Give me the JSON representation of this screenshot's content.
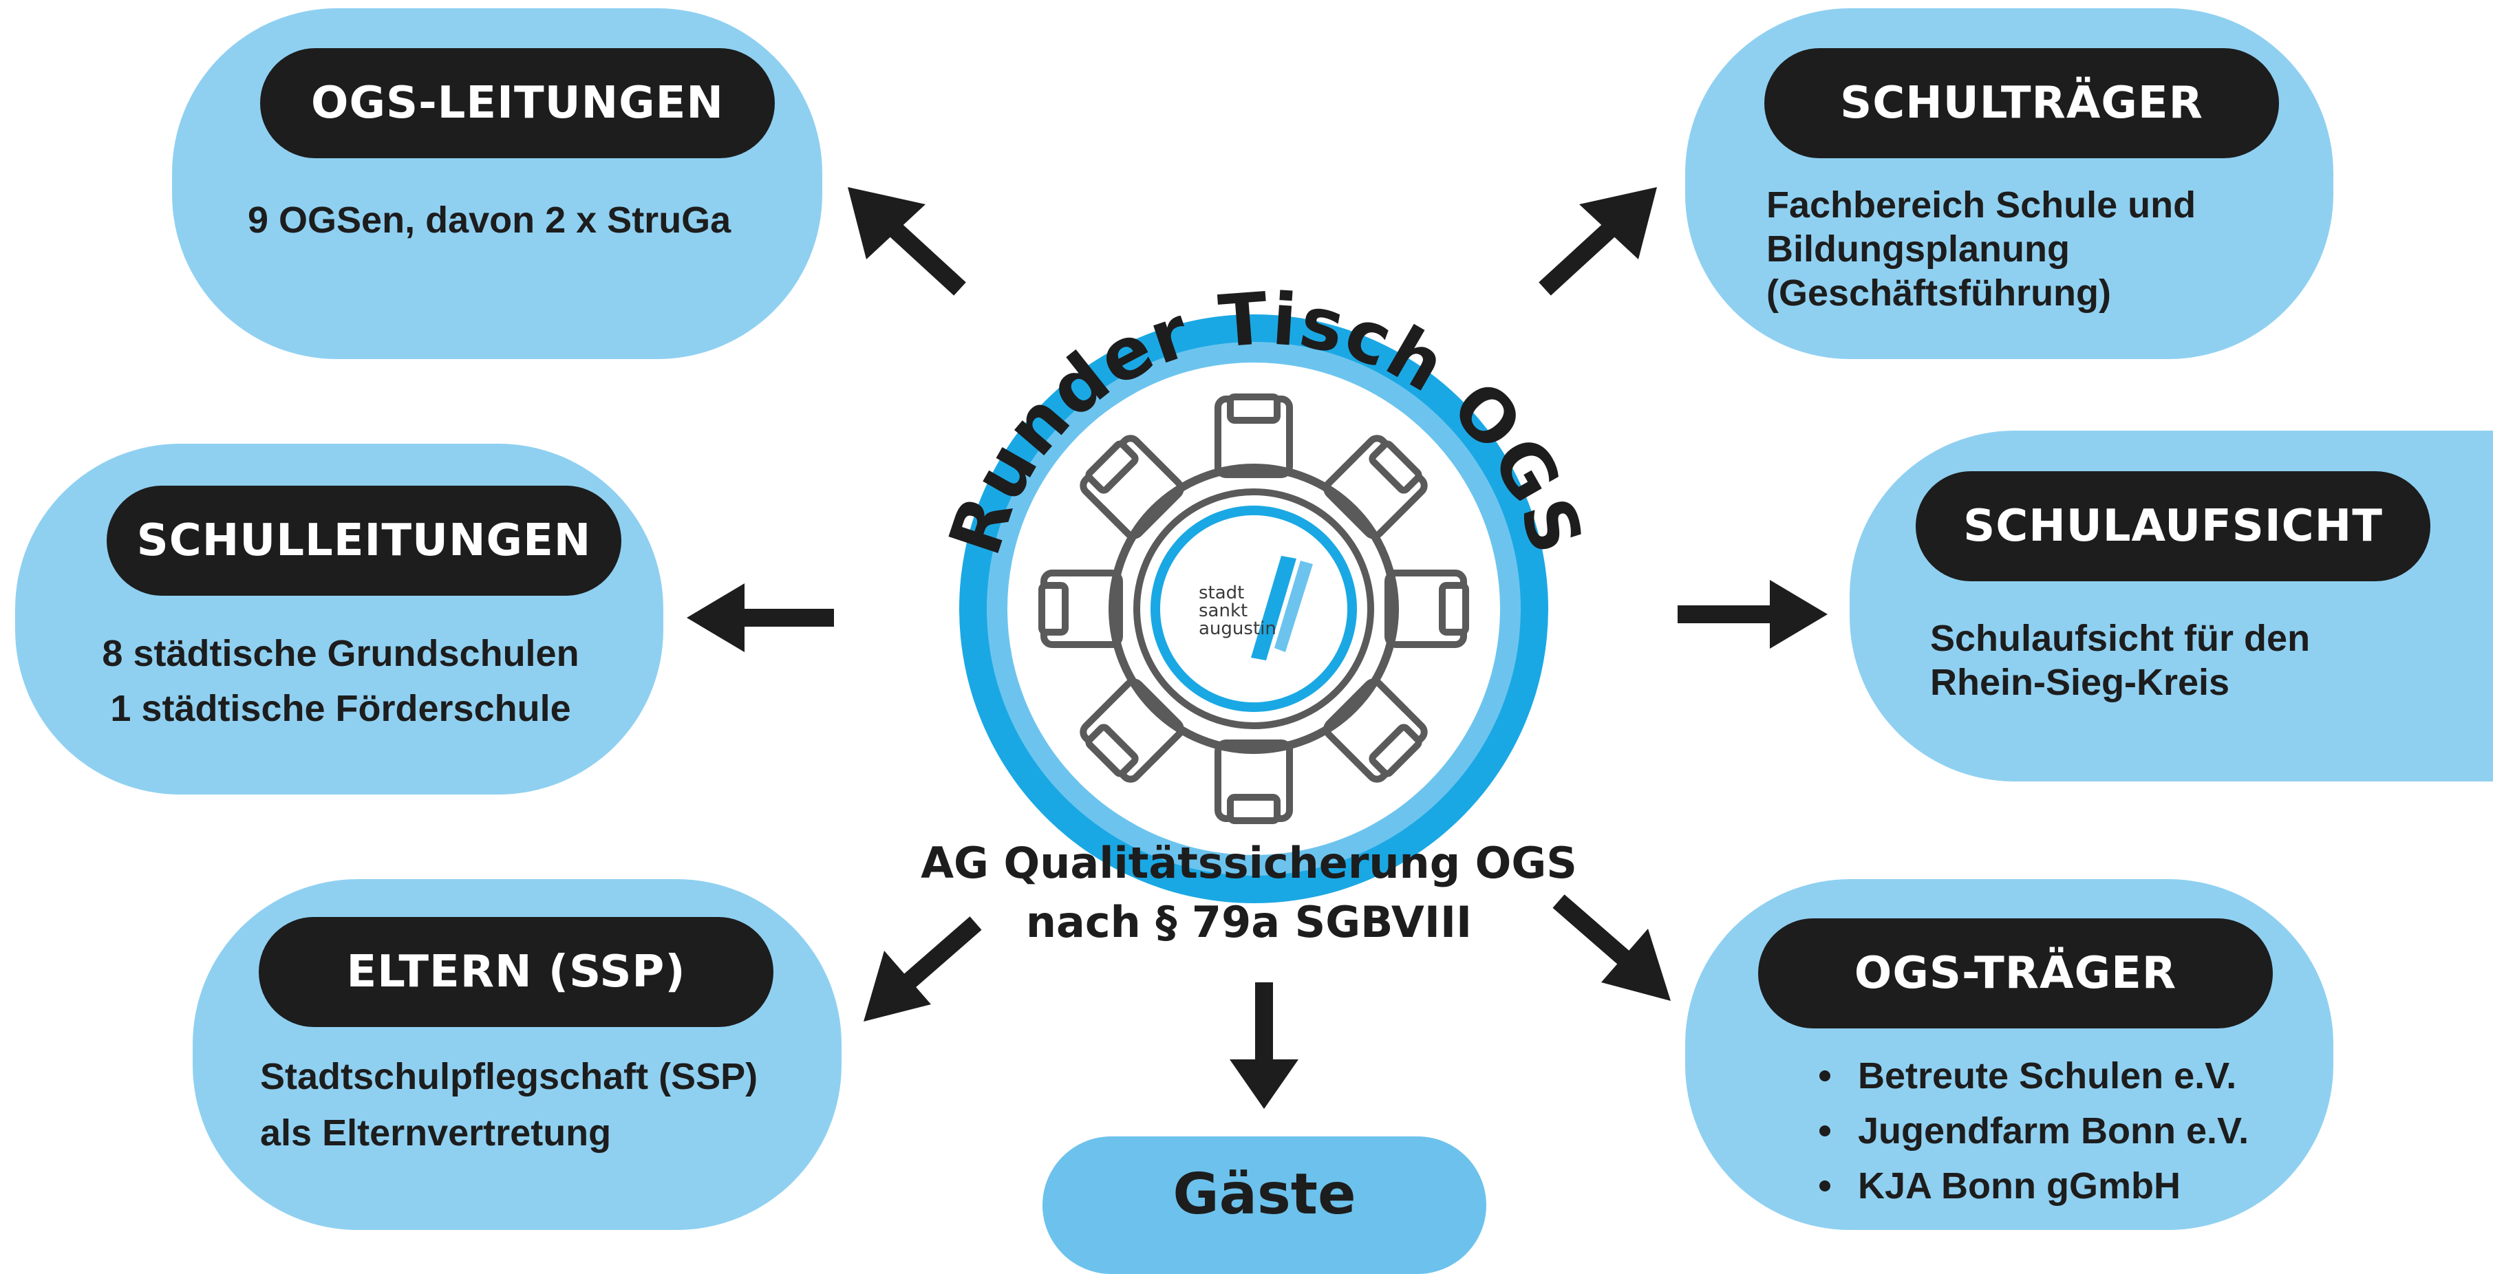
{
  "title": "Mehr Arbeit als Kreis?",
  "center": {
    "ring_text": "Runder Tisch OGS",
    "logo": {
      "line1": "stadt",
      "line2": "sankt",
      "line3": "augustin"
    },
    "ag_line1": "AG Qualitätssicherung OGS",
    "ag_line2": "nach § 79a SGBVIII"
  },
  "boxes": {
    "ogs_leitungen": {
      "heading": "OGS-LEITUNGEN",
      "lines": [
        "9 OGSen, davon 2 x StruGa"
      ]
    },
    "schultraeger": {
      "heading": "SCHULTRÄGER",
      "lines": [
        "Fachbereich Schule und",
        "Bildungsplanung",
        "(Geschäftsführung)"
      ]
    },
    "schulleitungen": {
      "heading": "SCHULLEITUNGEN",
      "lines": [
        "8 städtische Grundschulen",
        "1 städtische Förderschule"
      ]
    },
    "schulaufsicht": {
      "heading": "SCHULAUFSICHT",
      "lines": [
        "Schulaufsicht für den",
        "Rhein-Sieg-Kreis"
      ]
    },
    "eltern": {
      "heading": "ELTERN (SSP)",
      "lines": [
        "Stadtschulpflegschaft (SSP)",
        "als Elternvertretung"
      ]
    },
    "ogs_traeger": {
      "heading": "OGS-TRÄGER",
      "bullets": [
        "Betreute Schulen e.V.",
        "Jugendfarm Bonn e.V.",
        "KJA Bonn gGmbH"
      ]
    }
  },
  "guests": "Gäste",
  "colors": {
    "accent": "#1aa8e4",
    "box": "#8fd0f1",
    "dark": "#1d1d1d",
    "guests": "#6cc2ec"
  },
  "icons": [
    "arrow-icon",
    "chair-icon",
    "round-table-icon",
    "city-logo-icon"
  ]
}
